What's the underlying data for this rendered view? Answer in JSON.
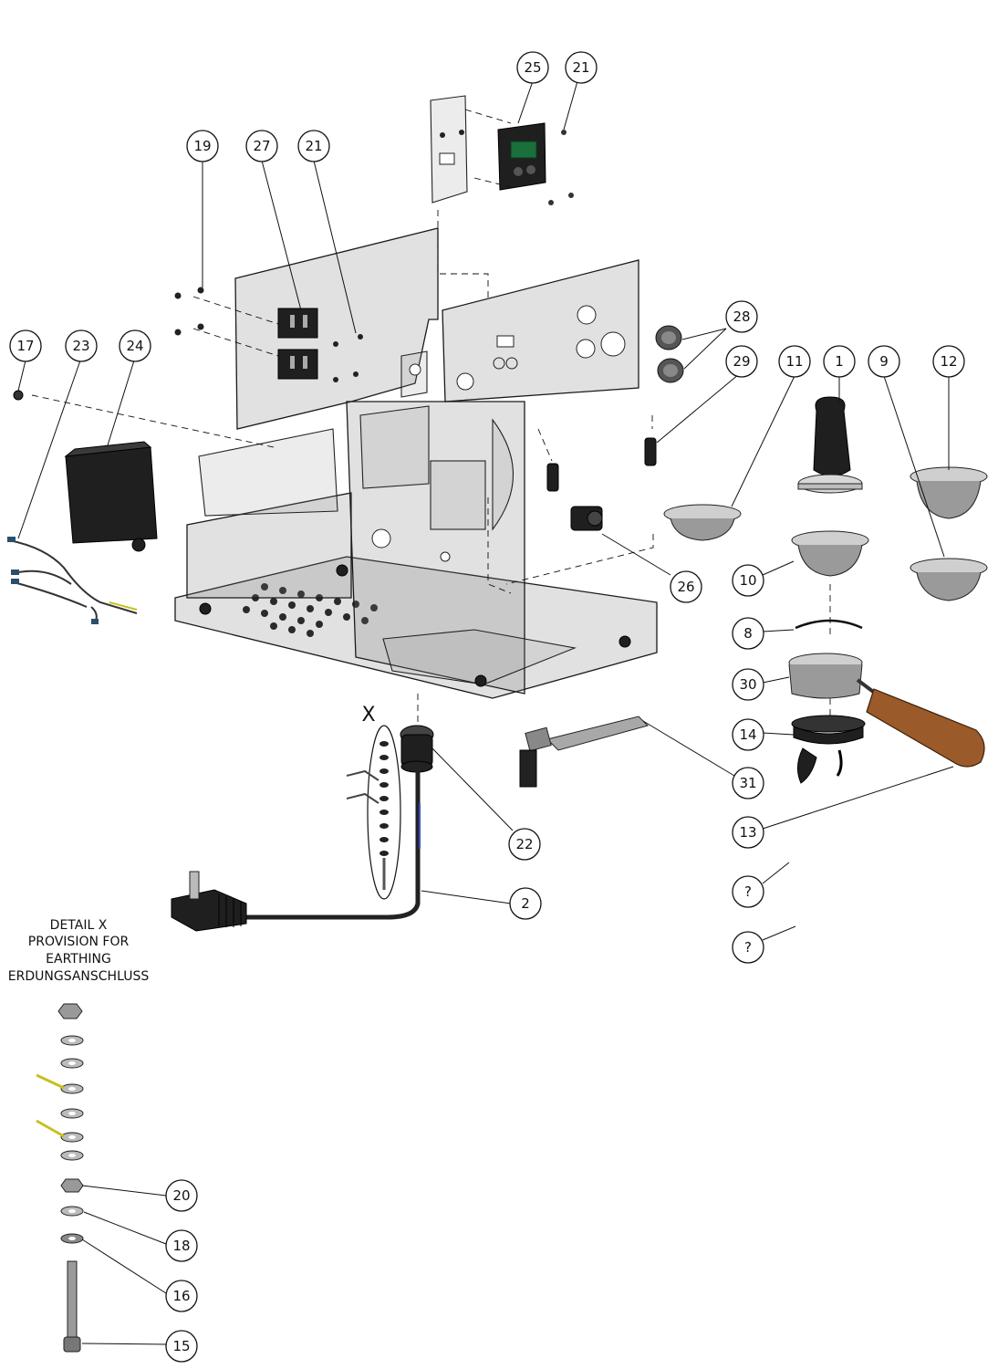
{
  "diagram": {
    "detail_marker": "X",
    "detail_title_lines": [
      "DETAIL X",
      "PROVISION FOR",
      "EARTHING",
      "ERDUNGSANSCHLUSS"
    ],
    "callouts": {
      "c25": "25",
      "c21a": "21",
      "c19": "19",
      "c27": "27",
      "c21b": "21",
      "c17": "17",
      "c23": "23",
      "c24": "24",
      "c28": "28",
      "c29": "29",
      "c11": "11",
      "c1": "1",
      "c9": "9",
      "c12": "12",
      "c26": "26",
      "c10": "10",
      "c8": "8",
      "c30": "30",
      "c14": "14",
      "c31": "31",
      "c13": "13",
      "c22": "22",
      "c2": "2",
      "cq1": "?",
      "cq2": "?",
      "c20": "20",
      "c18": "18",
      "c16": "16",
      "c15": "15"
    },
    "colors": {
      "line": "#111111",
      "frame_fill": "#8a8a8a",
      "dark_part": "#1f1f1f",
      "wood_handle": "#9a5a2a",
      "cable_accent": "#c8c020"
    }
  }
}
